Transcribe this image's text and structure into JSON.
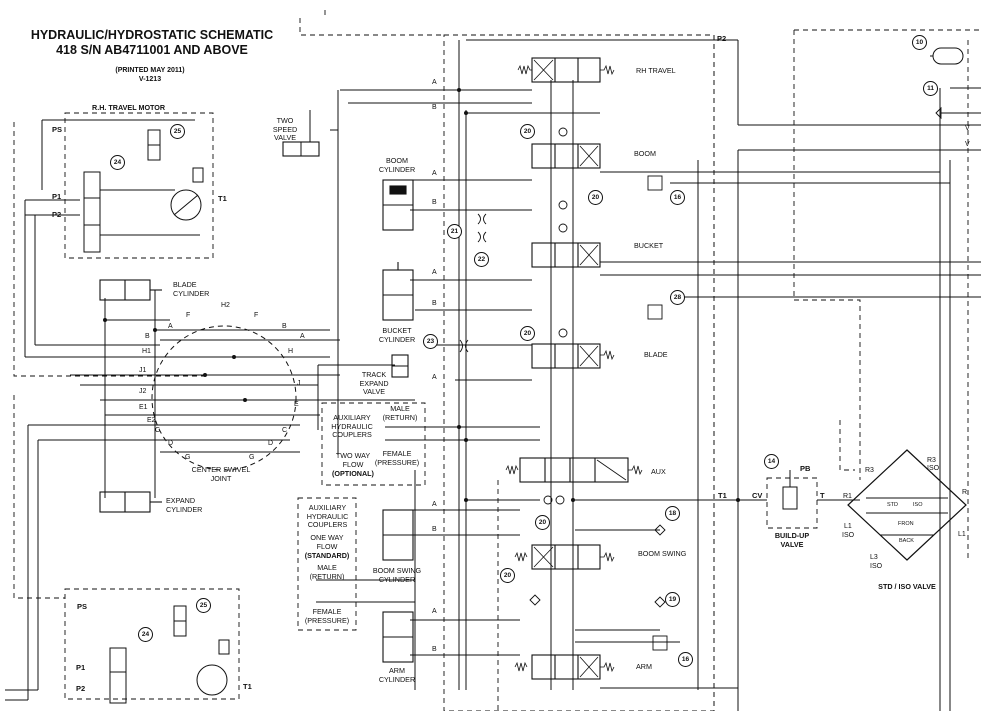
{
  "title_line1": "HYDRAULIC/HYDROSTATIC SCHEMATIC",
  "title_line2": "418 S/N AB4711001 AND ABOVE",
  "printed": "(PRINTED MAY 2011)",
  "code": "V-1213",
  "labels": {
    "rh_travel_motor": "R.H. TRAVEL MOTOR",
    "two_speed_valve": "TWO SPEED VALVE",
    "boom_cylinder": "BOOM CYLINDER",
    "blade_cylinder": "BLADE CYLINDER",
    "bucket_cylinder": "BUCKET CYLINDER",
    "track_expand_valve": "TRACK EXPAND VALVE",
    "center_swivel_joint": "CENTER SWIVEL JOINT",
    "expand_cylinder": "EXPAND CYLINDER",
    "aux_couplers_two_way": "AUXILIARY HYDRAULIC COUPLERS",
    "two_way_flow": "TWO WAY FLOW",
    "optional": "(OPTIONAL)",
    "male_return": "MALE (RETURN)",
    "female_pressure": "FEMALE (PRESSURE)",
    "aux_couplers_one_way": "AUXILIARY HYDRAULIC COUPLERS",
    "one_way_flow": "ONE WAY FLOW",
    "standard": "(STANDARD)",
    "male_return_2": "MALE (RETURN)",
    "female_pressure_2": "FEMALE (PRESSURE)",
    "boom_swing_cylinder": "BOOM SWING CYLINDER",
    "arm_cylinder": "ARM CYLINDER",
    "rh_travel": "RH TRAVEL",
    "boom": "BOOM",
    "bucket": "BUCKET",
    "blade": "BLADE",
    "aux": "AUX",
    "boom_swing": "BOOM SWING",
    "arm": "ARM",
    "build_up_valve": "BUILD-UP VALVE",
    "std_iso_valve": "STD / ISO VALVE",
    "std": "STD",
    "iso": "ISO",
    "fron": "FRON",
    "back": "BACK"
  },
  "ports": {
    "ps": "PS",
    "p1": "P1",
    "p2": "P2",
    "t1": "T1",
    "p2_top": "P2",
    "pb": "PB",
    "cv": "CV",
    "t": "T",
    "t1_main": "T1",
    "a": "A",
    "b": "B",
    "c": "C",
    "d": "D",
    "e": "E",
    "f": "F",
    "g": "G",
    "h": "H",
    "j": "J",
    "h1": "H1",
    "h2": "H2",
    "j1": "J1",
    "j2": "J2",
    "e1": "E1",
    "e2": "E2",
    "r1": "R1",
    "r2": "R",
    "r3": "R3",
    "r3iso": "ISO",
    "l1": "L1",
    "l1iso": "ISO",
    "l3": "L3",
    "l3iso": "ISO",
    "l1r": "L1",
    "v": "V"
  },
  "callouts": [
    "10",
    "11",
    "25",
    "24",
    "20",
    "16",
    "21",
    "22",
    "20",
    "28",
    "23",
    "20",
    "20",
    "14",
    "18",
    "20",
    "19",
    "16",
    "25",
    "24",
    "20"
  ]
}
